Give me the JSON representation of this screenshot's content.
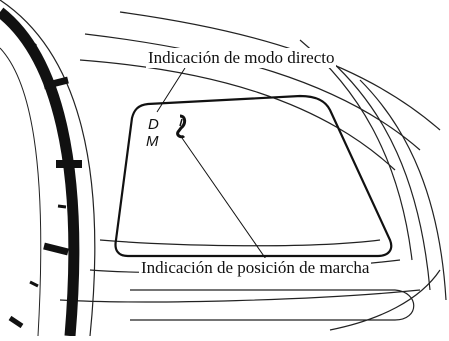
{
  "callouts": {
    "direct_mode": "Indicación de modo directo",
    "gear_position": "Indicación de posición de marcha"
  },
  "display": {
    "mode_letters": [
      "D",
      "M"
    ]
  }
}
